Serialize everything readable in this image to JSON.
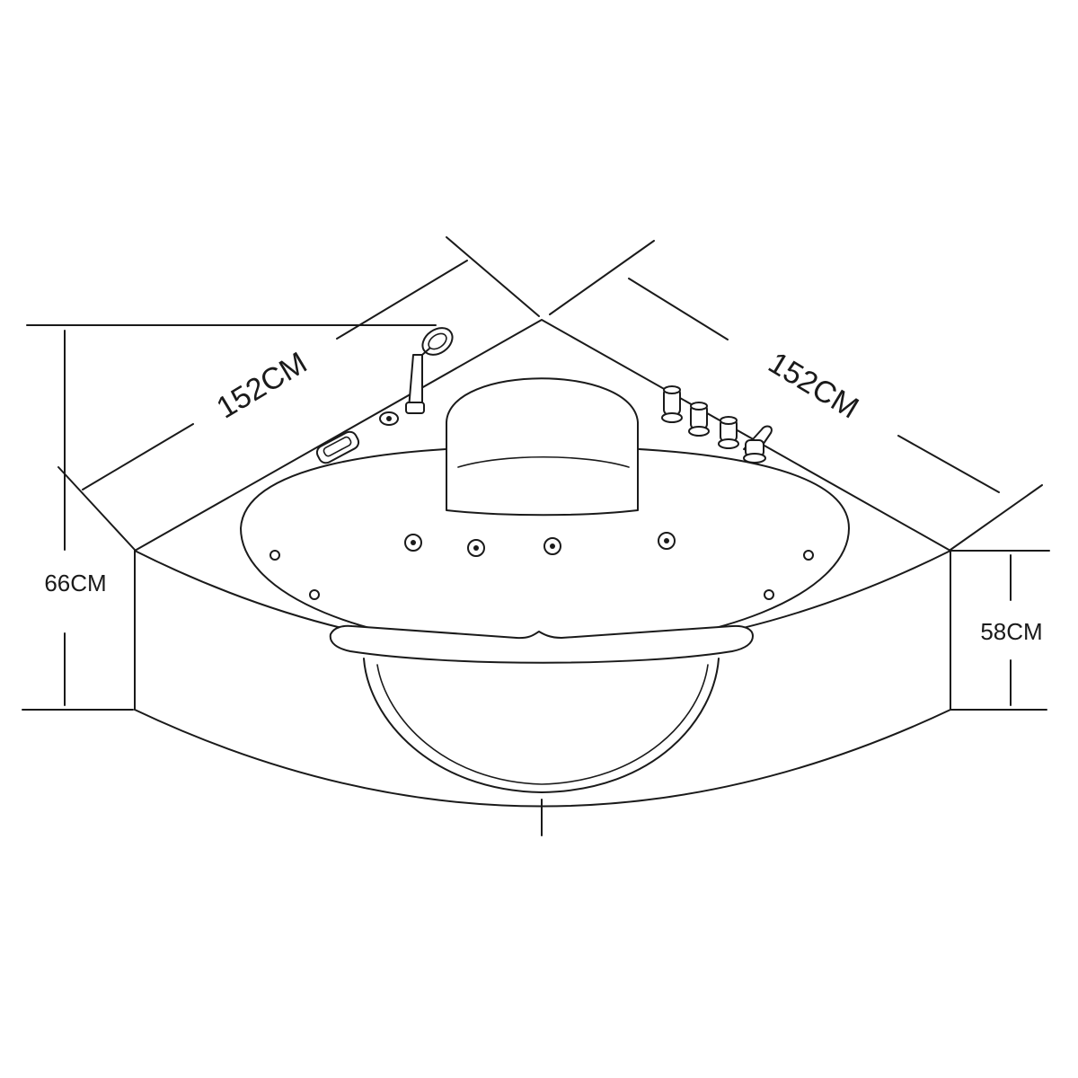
{
  "dimensions": {
    "left_width": "152CM",
    "right_width": "152CM",
    "total_height": "66CM",
    "tub_height": "58CM"
  },
  "components": {
    "jets_large": 4,
    "jets_small": 4,
    "headrest": "headrest-icon",
    "hand_shower": "hand-shower-icon",
    "faucet_set": "faucet-icon",
    "front_window": "viewing-window-icon"
  }
}
